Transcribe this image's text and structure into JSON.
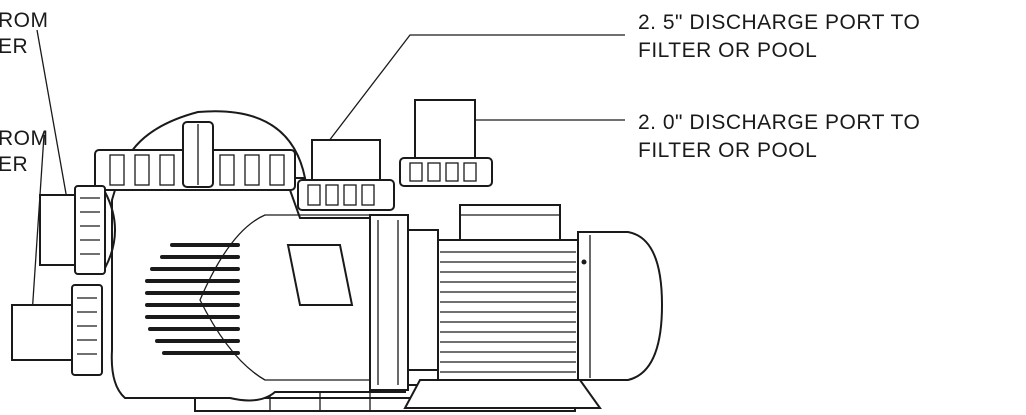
{
  "labels": {
    "inlet_top_line1": "ROM",
    "inlet_top_line2": "ER",
    "inlet_bottom_line1": "ROM",
    "inlet_bottom_line2": "ER",
    "port_25_line1": "2. 5\"  DISCHARGE PORT  TO",
    "port_25_line2": "FILTER OR POOL",
    "port_20_line1": "2. 0\"  DISCHARGE PORT  TO",
    "port_20_line2": "FILTER OR POOL"
  },
  "colors": {
    "ink": "#1a1a1a",
    "background": "#ffffff"
  }
}
